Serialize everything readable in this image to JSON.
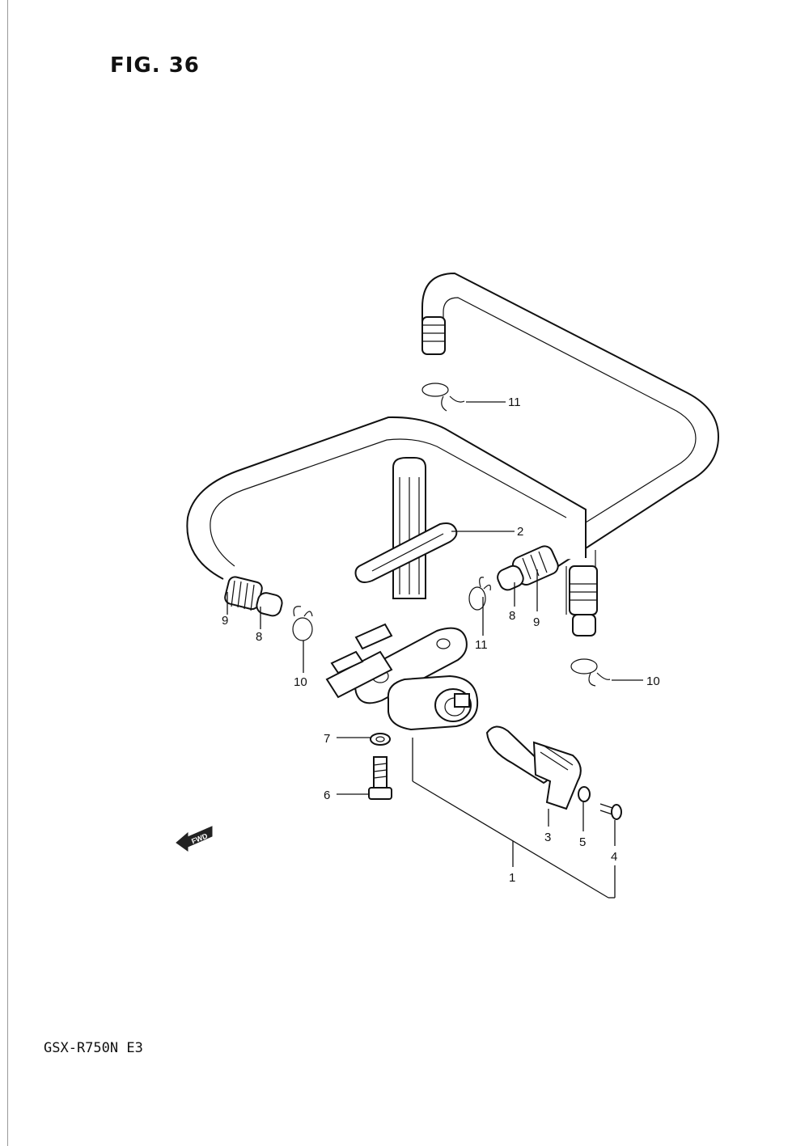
{
  "figure": {
    "title": "FIG. 36",
    "model_code": "GSX-R750N E3",
    "fwd_marker": "FWD"
  },
  "callouts": [
    {
      "id": "c11a",
      "label": "11"
    },
    {
      "id": "c2",
      "label": "2"
    },
    {
      "id": "c9l",
      "label": "9"
    },
    {
      "id": "c8l",
      "label": "8"
    },
    {
      "id": "c10l",
      "label": "10"
    },
    {
      "id": "c11b",
      "label": "11"
    },
    {
      "id": "c8r",
      "label": "8"
    },
    {
      "id": "c9r",
      "label": "9"
    },
    {
      "id": "c10r",
      "label": "10"
    },
    {
      "id": "c7",
      "label": "7"
    },
    {
      "id": "c6",
      "label": "6"
    },
    {
      "id": "c3",
      "label": "3"
    },
    {
      "id": "c5",
      "label": "5"
    },
    {
      "id": "c4",
      "label": "4"
    },
    {
      "id": "c1",
      "label": "1"
    }
  ]
}
